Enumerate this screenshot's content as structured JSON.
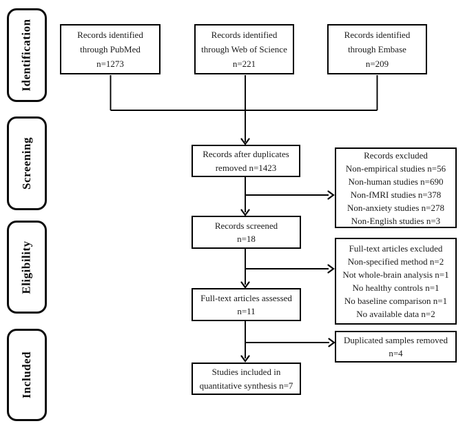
{
  "stages": {
    "identification": "Identification",
    "screening": "Screening",
    "eligibility": "Eligibility",
    "included": "Included"
  },
  "boxes": {
    "pubmed": "Records identified\nthrough PubMed\nn=1273",
    "web_of_science": "Records identified\nthrough Web of Science\nn=221",
    "embase": "Records identified\nthrough Embase\nn=209",
    "after_duplicates": "Records after duplicates\nremoved n=1423",
    "records_excluded": "Records excluded\nNon-empirical studies n=56\nNon-human studies n=690\nNon-fMRI studies n=378\nNon-anxiety studies n=278\nNon-English studies n=3",
    "records_screened": "Records screened\nn=18",
    "fulltext_excluded": "Full-text articles excluded\nNon-specified method n=2\nNot whole-brain analysis n=1\nNo healthy controls n=1\nNo baseline comparison n=1\nNo available data n=2",
    "fulltext_assessed": "Full-text articles assessed\nn=11",
    "duplicated_samples_removed": "Duplicated samples removed\nn=4",
    "quantitative_synthesis": "Studies included in\nquantitative synthesis n=7"
  },
  "colors": {
    "line": "#000000",
    "text": "#1a1a1a",
    "background": "#ffffff"
  }
}
